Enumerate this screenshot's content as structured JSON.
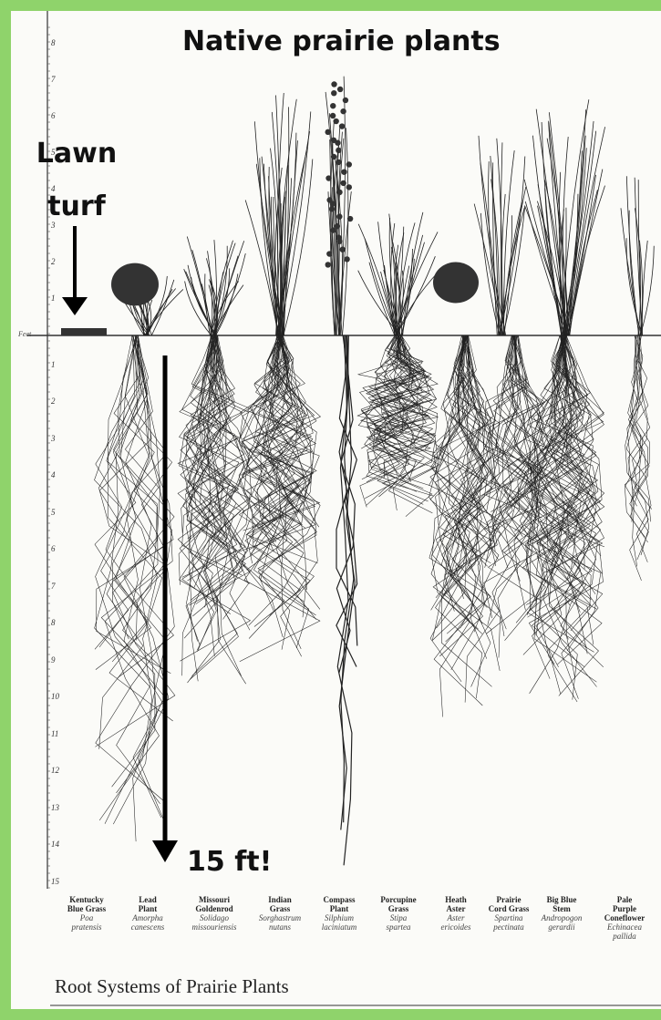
{
  "title": "Native prairie plants",
  "lawn_label": [
    "Lawn",
    "turf"
  ],
  "depth_callout": "15 ft!",
  "axis": {
    "unit_label": "Feet",
    "above_ticks": [
      "1",
      "2",
      "3",
      "4",
      "5",
      "6",
      "7",
      "8"
    ],
    "below_ticks": [
      "1",
      "2",
      "3",
      "4",
      "5",
      "6",
      "7",
      "8",
      "9",
      "10",
      "11",
      "12",
      "13",
      "14",
      "15"
    ]
  },
  "plants": [
    {
      "common": [
        "Kentucky",
        "Blue Grass"
      ],
      "latin": [
        "Poa",
        "pratensis"
      ]
    },
    {
      "common": [
        "Lead",
        "Plant"
      ],
      "latin": [
        "Amorpha",
        "canescens"
      ]
    },
    {
      "common": [
        "Missouri",
        "Goldenrod"
      ],
      "latin": [
        "Solidago",
        "missouriensis"
      ]
    },
    {
      "common": [
        "Indian",
        "Grass"
      ],
      "latin": [
        "Sorghastrum",
        "nutans"
      ]
    },
    {
      "common": [
        "Compass",
        "Plant"
      ],
      "latin": [
        "Silphium",
        "laciniatum"
      ]
    },
    {
      "common": [
        "Porcupine",
        "Grass"
      ],
      "latin": [
        "Stipa",
        "spartea"
      ]
    },
    {
      "common": [
        "Heath",
        "Aster"
      ],
      "latin": [
        "Aster",
        "ericoides"
      ]
    },
    {
      "common": [
        "Prairie",
        "Cord Grass"
      ],
      "latin": [
        "Spartina",
        "pectinata"
      ]
    },
    {
      "common": [
        "Big Blue",
        "Stem"
      ],
      "latin": [
        "Andropogon",
        "gerardii"
      ]
    },
    {
      "common": [
        "Pale",
        "Purple",
        "Coneflower"
      ],
      "latin": [
        "Echinacea",
        "pallida"
      ]
    }
  ],
  "bottom_title": "Root Systems of Prairie Plants"
}
